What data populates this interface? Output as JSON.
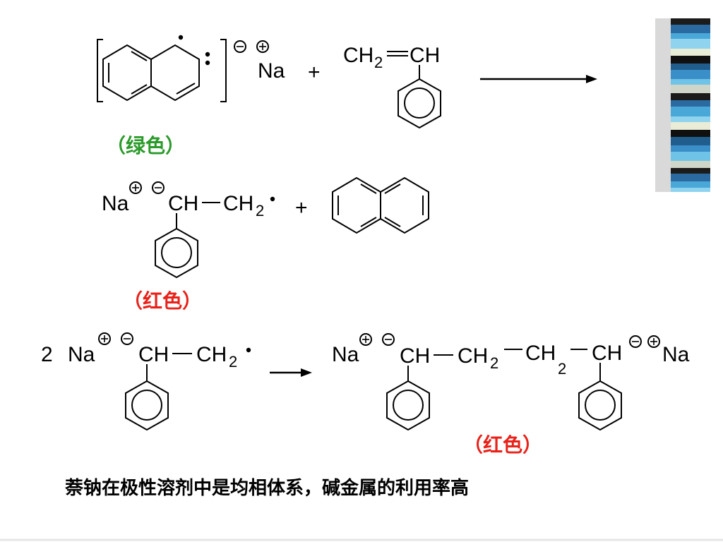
{
  "colors": {
    "green_note": "#2a9a2a",
    "red_note": "#e8221a",
    "text": "#000000",
    "background": "#ffffff"
  },
  "reaction1": {
    "naphthalenide_counterion": "Na",
    "plus_sign": "+",
    "styrene_left": "CH",
    "styrene_sub": "2",
    "styrene_right": "CH",
    "color_note": "（绿色）"
  },
  "reaction2": {
    "counterion": "Na",
    "anion_carbon": "CH",
    "radical_carbon": "CH",
    "radical_sub": "2",
    "plus_sign": "+",
    "color_note": "（红色）"
  },
  "reaction3": {
    "coefficient": "2",
    "reactant_counterion": "Na",
    "reactant_c1": "CH",
    "reactant_c2": "CH",
    "reactant_sub": "2",
    "product_counterion_left": "Na",
    "product_c1": "CH",
    "product_c2": "CH",
    "product_sub1": "2",
    "product_c3": "CH",
    "product_sub2": "2",
    "product_c4": "CH",
    "product_counterion_right": "Na",
    "color_note": "（红色）"
  },
  "caption": "萘钠在极性溶剂中是均相体系，碱金属的利用率高",
  "decoration": {
    "stripe_colors": [
      "#1b1b1b",
      "#3a8fc9",
      "#e9ecd6",
      "#2a6aa0",
      "#6fc3e6",
      "#101010",
      "#4aa8d8",
      "#cfd6c9",
      "#205c8c",
      "#8fd3ef"
    ]
  }
}
